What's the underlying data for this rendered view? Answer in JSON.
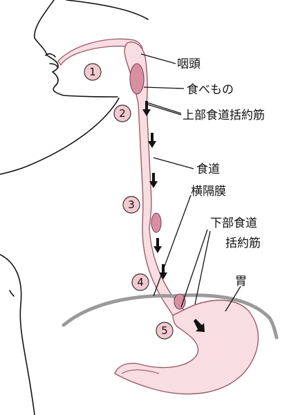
{
  "labels": {
    "pharynx": "咽頭",
    "food": "食べもの",
    "upper_sphincter": "上部食道括約筋",
    "esophagus": "食道",
    "diaphragm": "横隔膜",
    "lower_sphincter_line1": "下部食道",
    "lower_sphincter_line2": "括約筋",
    "stomach": "胃"
  },
  "steps": [
    "1",
    "2",
    "3",
    "4",
    "5"
  ],
  "colors": {
    "tract_fill": "#f8dde3",
    "tract_stroke": "#9a5a68",
    "bolus": "#d98fa2",
    "step_circle": "#f3c9d1",
    "diaphragm": "#9a9a9a",
    "arrow": "#111111"
  }
}
